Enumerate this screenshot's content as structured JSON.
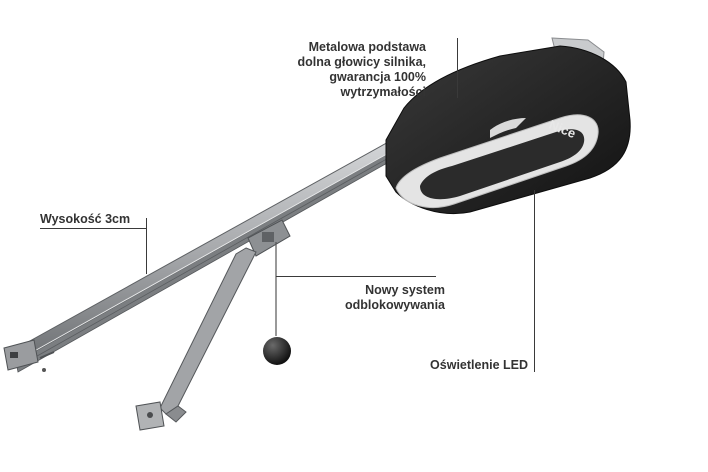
{
  "callouts": {
    "base": {
      "lines": [
        "Metalowa podstawa",
        "dolna głowicy silnika,",
        "gwarancja 100%",
        "wytrzymałości"
      ]
    },
    "height": {
      "text": "Wysokość 3cm"
    },
    "release": {
      "lines": [
        "Nowy system",
        "odblokowywania"
      ]
    },
    "led": {
      "text": "Oświetlenie LED"
    }
  },
  "product": {
    "brand_logo": "Nice",
    "colors": {
      "motor_housing": "#1f1f1f",
      "led_strip": "#e4e4e4",
      "rail": "#a9abae",
      "arm": "#9c9ea2",
      "handle_ball": "#2a2a2a"
    }
  }
}
